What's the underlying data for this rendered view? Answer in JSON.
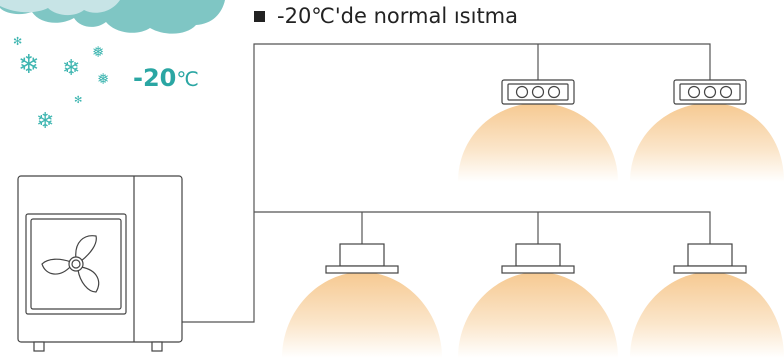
{
  "header": {
    "title": "-20℃'de normal ısıtma"
  },
  "outdoor": {
    "temperature_value": "-20",
    "temperature_unit": "℃"
  },
  "icons": {
    "snowflake": "snowflake-icon",
    "fan": "fan-icon",
    "outdoor_unit": "outdoor-unit-icon",
    "cassette_unit": "cassette-unit-icon",
    "wall_unit": "wall-unit-icon",
    "cloud": "cloud-icon"
  },
  "colors": {
    "accent": "#2aa6a3",
    "cloud": "#7fc6c4",
    "heat": "#f5c98f",
    "pipe": "#555555"
  },
  "indoor_units": {
    "upper_row_count": 2,
    "lower_row_count": 3
  }
}
